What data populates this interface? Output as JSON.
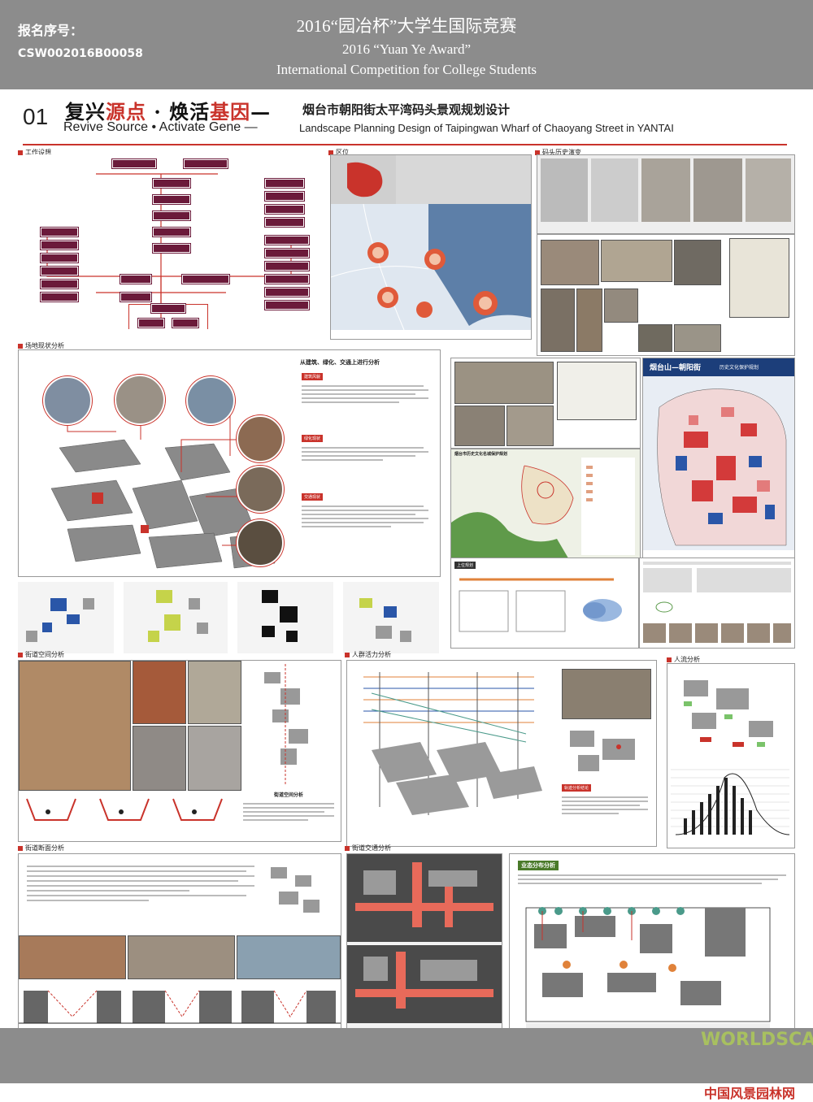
{
  "header": {
    "registration_label": "报名序号：",
    "registration_number": "CSW002016B00058",
    "competition_cn": "2016“园冶杯”大学生国际竞赛",
    "competition_en1": "2016 “Yuan Ye Award”",
    "competition_en2": "International Competition for College Students"
  },
  "poster": {
    "number": "01",
    "title_cn_a": "复兴",
    "title_cn_b": "源点",
    "title_cn_c": " · 焕活",
    "title_cn_d": "基因",
    "title_cn_e": "—",
    "subtitle_cn": "烟台市朝阳街太平湾码头景观规划设计",
    "title_en": "Revive Source • Activate Gene —",
    "subtitle_en": "Landscape Planning Design of Taipingwan Wharf of Chaoyang Street in YANTAI",
    "sections": {
      "workflow": "工作设想",
      "location": "区位",
      "history": "码头历史演变",
      "site": "场地现状分析",
      "street_space": "街道空间分析",
      "crowd": "人群活力分析",
      "flow": "人流分析",
      "street_section": "街道断面分析",
      "traffic": "街道交通分析",
      "business": "业态分布分析"
    },
    "site_heading": "从建筑、绿化、交通上进行分析",
    "site_sub1": "建筑风貌",
    "site_sub2": "绿化现状",
    "site_sub3": "交通现状",
    "map_title": "烟台山—朝阳街",
    "map_subtitle": "历史文化保护规划",
    "upper_plan": "上位规划",
    "city_plan": "烟台市历史文化名城保护规划",
    "street_space_caption": "街道空间分析",
    "crowd_caption": "轨迹分析结论"
  },
  "watermark": {
    "cn": "中国风景园林网",
    "en": "WORLDSCAPE"
  }
}
